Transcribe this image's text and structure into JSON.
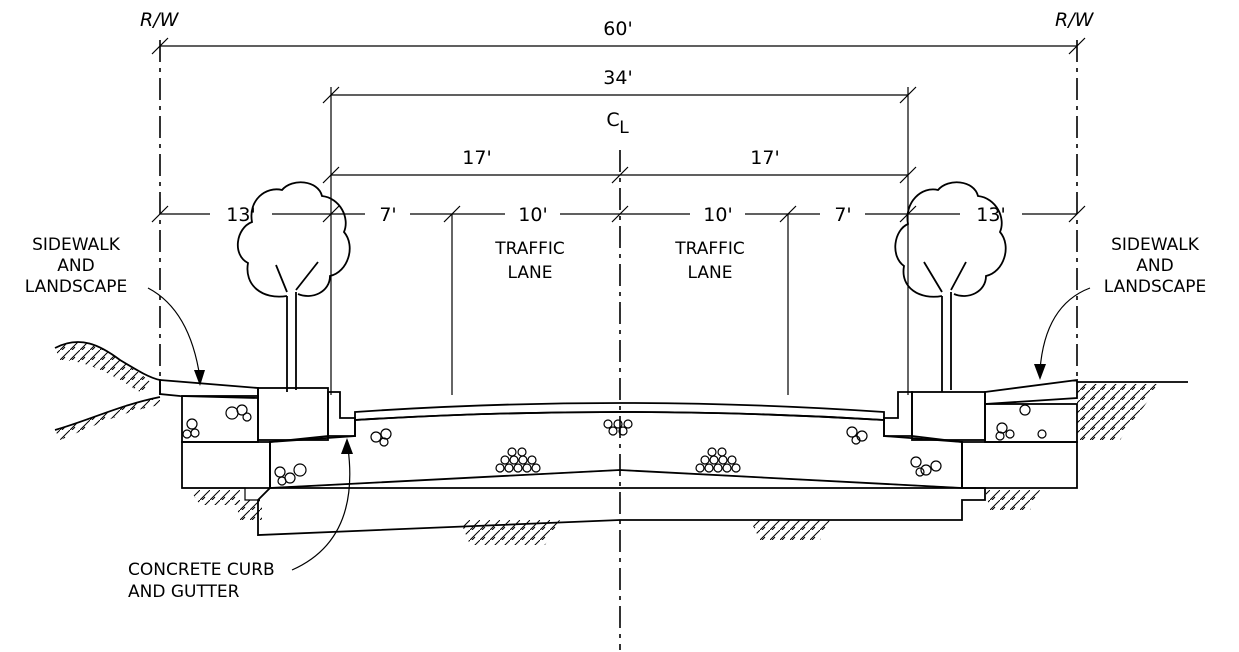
{
  "right_of_way": {
    "left_label": "R/W",
    "right_label": "R/W",
    "width": "60'"
  },
  "roadway": {
    "width": "34'"
  },
  "centerline": {
    "symbol_c": "C",
    "symbol_l": "L"
  },
  "halves": {
    "left": "17'",
    "right": "17'"
  },
  "segments": {
    "left_sidewalk": "13'",
    "left_parking": "7'",
    "left_lane": "10'",
    "right_lane": "10'",
    "right_parking": "7'",
    "right_sidewalk": "13'"
  },
  "labels": {
    "left_lane_l1": "TRAFFIC",
    "left_lane_l2": "LANE",
    "right_lane_l1": "TRAFFIC",
    "right_lane_l2": "LANE",
    "left_side_l1": "SIDEWALK",
    "left_side_l2": "AND",
    "left_side_l3": "LANDSCAPE",
    "right_side_l1": "SIDEWALK",
    "right_side_l2": "AND",
    "right_side_l3": "LANDSCAPE",
    "curb_l1": "CONCRETE CURB",
    "curb_l2": "AND GUTTER"
  }
}
